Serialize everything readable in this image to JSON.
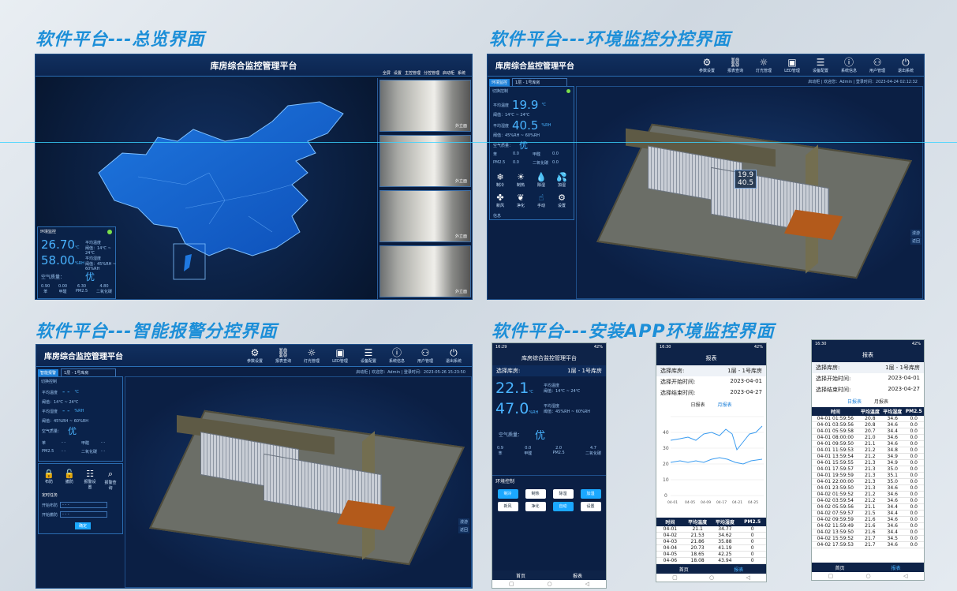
{
  "sections": {
    "overview": "软件平台---总览界面",
    "env": "软件平台---环境监控分控界面",
    "alarm": "软件平台---智能报警分控界面",
    "app": "软件平台---安装APP环境监控界面"
  },
  "platform_title": "库房综合监控管理平台",
  "overview": {
    "nav": [
      "全屏",
      "设置",
      "主控管理",
      "分控管理",
      "启动柜",
      "系统"
    ],
    "env_title": "环境监控",
    "temp": "26.70",
    "temp_unit": "℃",
    "temp_label": "平均温度",
    "temp_range": "阈值：14℃ ~ 24℃",
    "hum": "58.00",
    "hum_unit": "%RH",
    "hum_label": "平均湿度",
    "hum_range": "阈值：45%RH ~ 60%RH",
    "air_label": "空气质量：",
    "air_val": "优",
    "metrics": [
      {
        "v": "0.90",
        "n": "苯"
      },
      {
        "v": "0.00",
        "n": "甲醛"
      },
      {
        "v": "6.30",
        "n": "PM2.5"
      },
      {
        "v": "4.80",
        "n": "二氧化碳"
      }
    ],
    "cam_label": "外立面"
  },
  "toolbar": [
    "参数设置",
    "报表查询",
    "灯光管理",
    "LED管理",
    "设备配置",
    "系统信息",
    "用户管理",
    "退出系统"
  ],
  "env": {
    "dropdown_tag": "环境监控",
    "dropdown": "1层 - 1号库房",
    "status": "启动柜 | 欢迎您：Admin | 登录时间：2023-04-24 02:12:32",
    "panel_title": "切换控制",
    "temp_label": "平均温度",
    "temp": "19.9",
    "temp_unit": "℃",
    "temp_range": "阈值：14℃ ~ 24℃",
    "hum_label": "平均湿度",
    "hum": "40.5",
    "hum_unit": "%RH",
    "hum_range": "阈值：45%RH ~ 60%RH",
    "air_label": "空气质量：",
    "air_val": "优",
    "metrics": [
      {
        "n": "苯",
        "v": "0.0"
      },
      {
        "n": "甲醛",
        "v": "0.0"
      },
      {
        "n": "PM2.5",
        "v": "0.0"
      },
      {
        "n": "二氧化碳",
        "v": "0.0"
      }
    ],
    "controls": [
      "制冷",
      "制热",
      "除湿",
      "加湿",
      "新风",
      "净化",
      "手动",
      "设置"
    ],
    "info_label": "信息",
    "tag_temp": "19.9",
    "tag_hum": "40.5",
    "side_btns": [
      "漫游",
      "返回"
    ]
  },
  "alarm": {
    "dropdown_tag": "智能报警",
    "dropdown": "1层 - 1号库房",
    "status": "启动柜 | 欢迎您：Admin | 登录时间：2023-05-26 15:23:50",
    "panel_title": "切换控制",
    "temp_label": "平均温度",
    "temp": "- -",
    "temp_unit": "℃",
    "temp_range": "阈值：14℃ ~ 24℃",
    "hum_label": "平均湿度",
    "hum": "- -",
    "hum_unit": "%RH",
    "hum_range": "阈值：45%RH ~ 60%RH",
    "air_label": "空气质量：",
    "air_val": "优",
    "metrics": [
      {
        "n": "苯",
        "v": "- -"
      },
      {
        "n": "甲醛",
        "v": "- -"
      },
      {
        "n": "PM2.5",
        "v": "- -"
      },
      {
        "n": "二氧化碳",
        "v": "- -"
      }
    ],
    "controls": [
      "布防",
      "撤防",
      "报警设置",
      "报警查询"
    ],
    "timer_title": "定时任务",
    "start_label": "开始布防",
    "stop_label": "开始撤防",
    "placeholder": "- - -",
    "confirm": "确定",
    "side_btns": [
      "漫游",
      "返回"
    ]
  },
  "phone1": {
    "time": "16:29",
    "batt": "42%",
    "title": "库房综合监控管理平台",
    "select_label": "选择库房:",
    "select_val": "1层 - 1号库房",
    "temp": "22.1",
    "temp_unit": "℃",
    "temp_label": "平均温度",
    "temp_range": "阈值：14℃ ~ 24℃",
    "hum": "47.0",
    "hum_unit": "%RH",
    "hum_label": "平均湿度",
    "hum_range": "阈值：45%RH ~ 60%RH",
    "air_label": "空气质量：",
    "air_val": "优",
    "metrics": [
      {
        "v": "0.9",
        "n": "苯"
      },
      {
        "v": "0.0",
        "n": "甲醛"
      },
      {
        "v": "2.0",
        "n": "PM2.5"
      },
      {
        "v": "4.7",
        "n": "二氧化碳"
      }
    ],
    "ctrl_title": "环境控制",
    "ctrls": [
      {
        "l": "制冷",
        "on": true
      },
      {
        "l": "制热",
        "on": false
      },
      {
        "l": "除湿",
        "on": false
      },
      {
        "l": "加湿",
        "on": true
      },
      {
        "l": "新风",
        "on": false
      },
      {
        "l": "净化",
        "on": false
      },
      {
        "l": "自动",
        "on": true
      },
      {
        "l": "设置",
        "on": false
      }
    ],
    "nav": [
      "首页",
      "报表"
    ]
  },
  "phone2": {
    "time": "16:30",
    "batt": "42%",
    "title": "报表",
    "select_label": "选择库房:",
    "select_val": "1层 - 1号库房",
    "start_label": "选择开始时间:",
    "start_val": "2023-04-01",
    "end_label": "选择结束时间:",
    "end_val": "2023-04-27",
    "tabs": [
      "日报表",
      "月报表"
    ],
    "headers": [
      "时间",
      "平均温度",
      "平均湿度",
      "PM2.5"
    ],
    "rows": [
      [
        "04-01",
        "21.1",
        "34.77",
        "0"
      ],
      [
        "04-02",
        "21.53",
        "34.62",
        "0"
      ],
      [
        "04-03",
        "21.86",
        "35.88",
        "0"
      ],
      [
        "04-04",
        "20.73",
        "41.19",
        "0"
      ],
      [
        "04-05",
        "18.65",
        "42.25",
        "0"
      ],
      [
        "04-06",
        "18.08",
        "43.94",
        "0"
      ]
    ],
    "nav": [
      "首页",
      "报表"
    ]
  },
  "phone3": {
    "time": "16:30",
    "batt": "42%",
    "title": "报表",
    "select_label": "选择库房:",
    "select_val": "1层 - 1号库房",
    "start_label": "选择开始时间:",
    "start_val": "2023-04-01",
    "end_label": "选择结束时间:",
    "end_val": "2023-04-27",
    "tabs": [
      "日报表",
      "月报表"
    ],
    "headers": [
      "时间",
      "平均温度",
      "平均湿度",
      "PM2.5"
    ],
    "rows": [
      [
        "04-01 01:59:56",
        "20.8",
        "34.6",
        "0.0"
      ],
      [
        "04-01 03:59:56",
        "20.8",
        "34.6",
        "0.0"
      ],
      [
        "04-01 05:59:58",
        "20.7",
        "34.4",
        "0.0"
      ],
      [
        "04-01 08:00:00",
        "21.0",
        "34.6",
        "0.0"
      ],
      [
        "04-01 09:59:50",
        "21.1",
        "34.6",
        "0.0"
      ],
      [
        "04-01 11:59:53",
        "21.2",
        "34.8",
        "0.0"
      ],
      [
        "04-01 13:59:54",
        "21.2",
        "34.9",
        "0.0"
      ],
      [
        "04-01 15:59:55",
        "21.3",
        "34.9",
        "0.0"
      ],
      [
        "04-01 17:59:57",
        "21.3",
        "35.0",
        "0.0"
      ],
      [
        "04-01 19:59:59",
        "21.3",
        "35.1",
        "0.0"
      ],
      [
        "04-01 22:00:00",
        "21.3",
        "35.0",
        "0.0"
      ],
      [
        "04-01 23:59:50",
        "21.3",
        "34.6",
        "0.0"
      ],
      [
        "04-02 01:59:52",
        "21.2",
        "34.6",
        "0.0"
      ],
      [
        "04-02 03:59:54",
        "21.2",
        "34.6",
        "0.0"
      ],
      [
        "04-02 05:59:56",
        "21.1",
        "34.4",
        "0.0"
      ],
      [
        "04-02 07:59:57",
        "21.5",
        "34.4",
        "0.0"
      ],
      [
        "04-02 09:59:59",
        "21.6",
        "34.6",
        "0.0"
      ],
      [
        "04-02 11:59:49",
        "21.6",
        "34.6",
        "0.0"
      ],
      [
        "04-02 13:59:50",
        "21.6",
        "34.4",
        "0.0"
      ],
      [
        "04-02 15:59:52",
        "21.7",
        "34.5",
        "0.0"
      ],
      [
        "04-02 17:59:53",
        "21.7",
        "34.6",
        "0.0"
      ]
    ],
    "nav": [
      "首页",
      "报表"
    ]
  }
}
